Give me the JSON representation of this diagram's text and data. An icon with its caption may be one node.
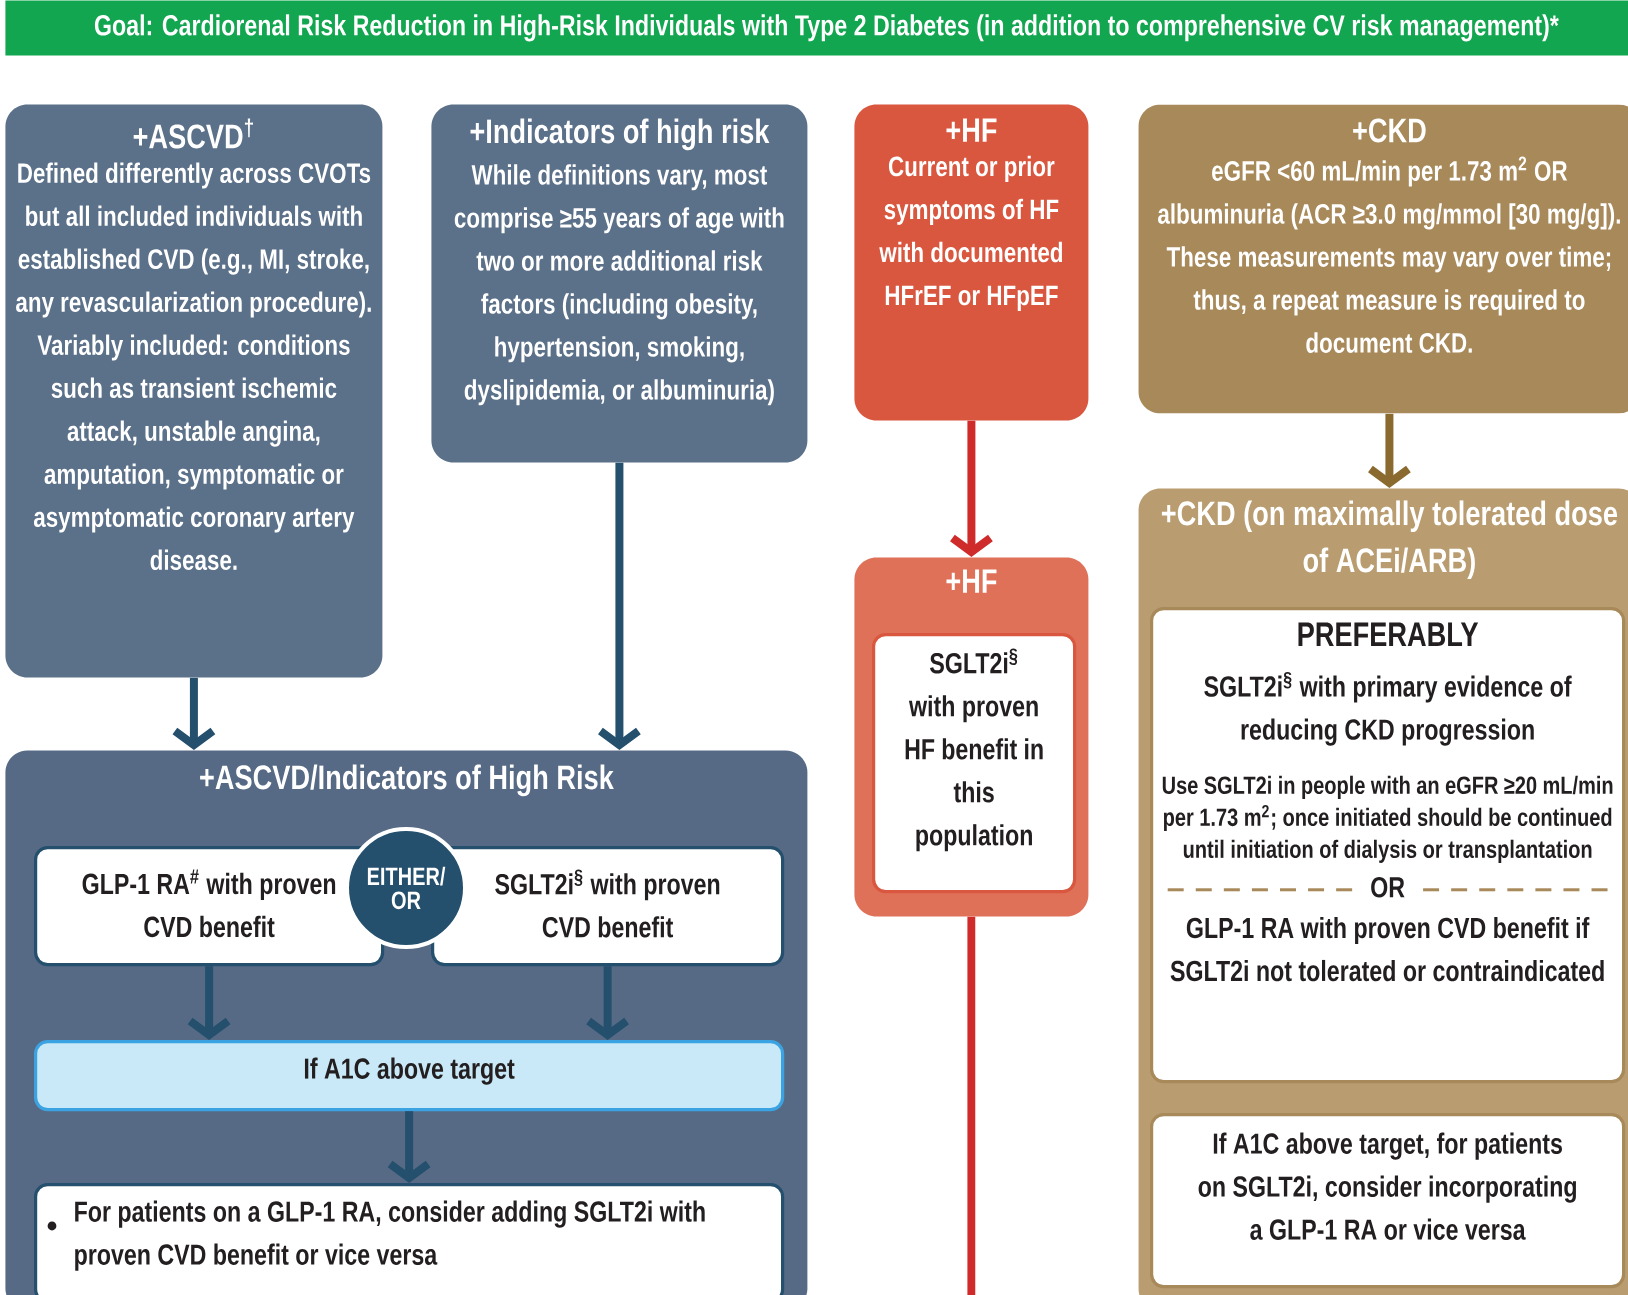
{
  "diagram": {
    "title": "Goal: Cardiorenal Risk Reduction in High-Risk Individuals with Type 2 Diabetes (in addition to comprehensive CV risk management)*",
    "nodes": [
      {
        "text": [
          "+ASCVD$^{†}$",
          "Defined differently across CVOTs but all included individuals with established CVD (e.g., MI, stroke, any revascularization procedure). Variably included: conditions such as transient ischemic attack, unstable angina, amputation, symptomatic or asymptomatic coronary artery disease."
        ]
      },
      {
        "text": [
          "+Indicators of high risk",
          "While definitions vary, most comprise ≥55 years of age with two or more additional risk factors (including obesity, hypertension, smoking, dyslipidemia, or albuminuria)"
        ]
      },
      {
        "text": [
          "+HF",
          "Current or prior symptoms of HF with documented HFrEF or HFpEF"
        ]
      },
      {
        "text": [
          "+CKD",
          "eGFR <60 mL/min per 1.73 m$^{2}$ OR albuminuria (ACR ≥3.0 mg/mmol [30 mg/g]). These measurements may vary over time; thus, a repeat measure is required to document CKD."
        ]
      },
      {
        "text": [
          "+ASCVD/Indicators of High Risk"
        ]
      },
      {
        "text": [
          "GLP-1 RA$^{#}$ with proven CVD benefit"
        ],
        "in": 4
      },
      {
        "text": [
          "SGLT2i$^{§}$ with proven CVD benefit"
        ],
        "in": 4
      },
      {
        "text": [
          "EITHER/ OR"
        ],
        "in": 4
      },
      {
        "text": [
          "If A1C above target"
        ],
        "in": 4
      },
      {
        "text": [
          "For patients on a GLP-1 RA, consider adding SGLT2i with proven CVD benefit or vice versa"
        ],
        "in": 4
      },
      {
        "text": [
          "+HF"
        ]
      },
      {
        "text": [
          "SGLT2i$^{§}$ with proven HF benefit in this population"
        ],
        "in": 10
      },
      {
        "text": [
          "+CKD (on maximally tolerated dose of ACEi/ARB)"
        ]
      },
      {
        "text": [
          "PREFERABLY",
          "SGLT2i$^{§}$ with primary evidence of reducing CKD progression",
          "Use SGLT2i in people with an eGFR ≥20 mL/min per 1.73 m$^{2}$; once initiated should be continued until initiation of dialysis or transplantation",
          "OR",
          "GLP-1 RA with proven CVD benefit if SGLT2i not tolerated or contraindicated"
        ],
        "in": 12
      },
      {
        "text": [
          "If A1C above target, for patients on SGLT2i, consider incorporating a GLP-1 RA or vice versa"
        ],
        "in": 12
      }
    ],
    "edges": [
      {
        "from": 0,
        "to": 4,
        "arrow": "to"
      },
      {
        "from": 1,
        "to": 4,
        "arrow": "to"
      },
      {
        "from": 2,
        "to": 10,
        "arrow": "to",
        "color": "#d02b2b"
      },
      {
        "from": 3,
        "to": 12,
        "arrow": "to",
        "color": "#8a6a2e"
      },
      {
        "from": 5,
        "to": 8,
        "arrow": "to"
      },
      {
        "from": 6,
        "to": 8,
        "arrow": "to"
      },
      {
        "from": 8,
        "to": 9,
        "arrow": "to"
      },
      {
        "from": 10,
        "to": null,
        "arrow": "none",
        "color": "#d02b2b"
      }
    ]
  }
}
